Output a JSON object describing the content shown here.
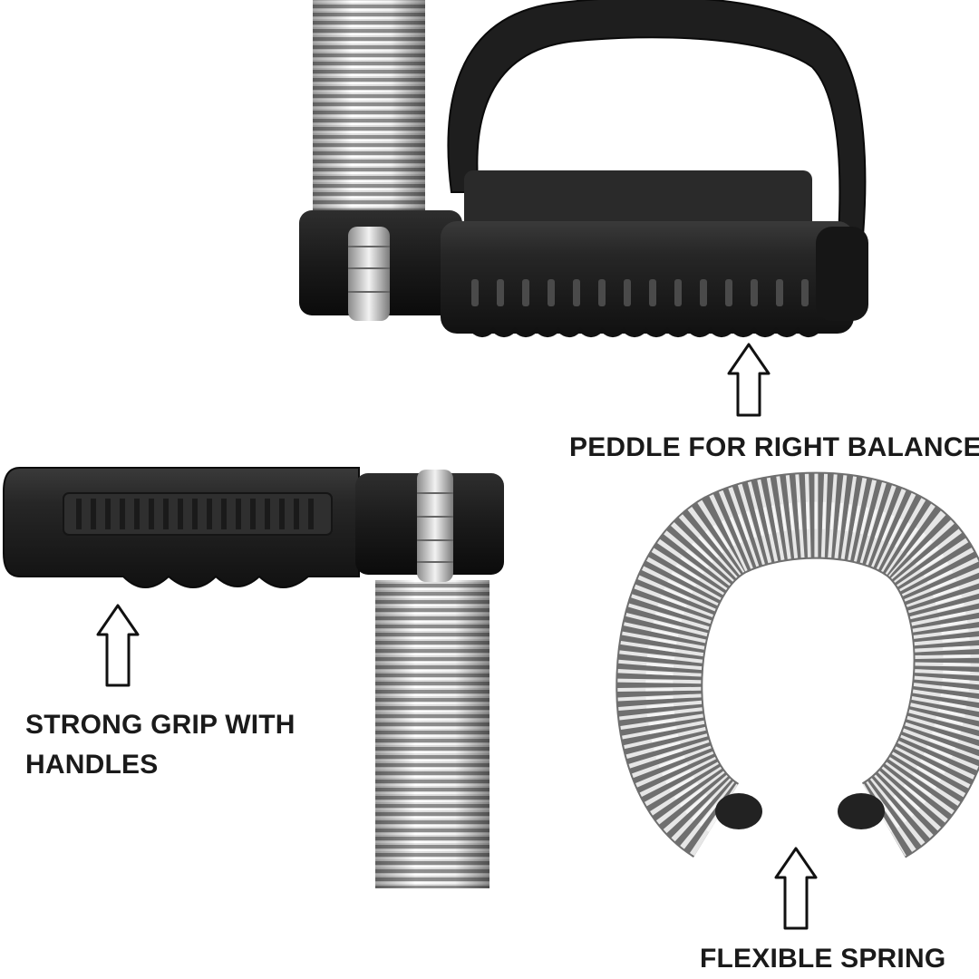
{
  "captions": {
    "peddle": "PEDDLE FOR RIGHT BALANCE",
    "grip_line1": "STRONG GRIP WITH",
    "grip_line2": "HANDLES",
    "spring": "FLEXIBLE SPRING"
  },
  "colors": {
    "background": "#ffffff",
    "rubber": "#222222",
    "steel": "#b9b9b9",
    "text": "#1a1a1a"
  },
  "icons": [
    "up-arrow-icon",
    "up-arrow-icon",
    "up-arrow-icon"
  ]
}
